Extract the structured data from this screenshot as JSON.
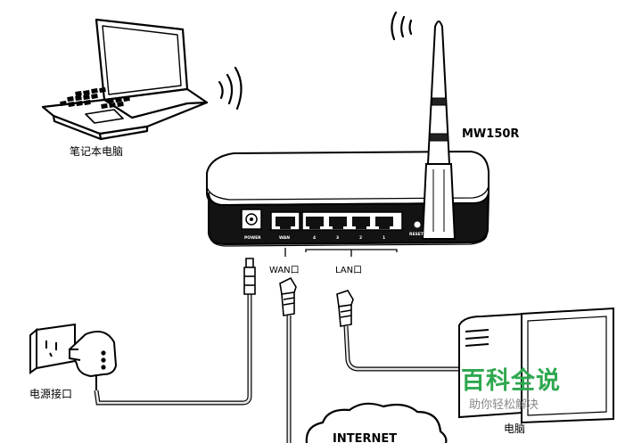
{
  "labels": {
    "laptop": "笔记本电脑",
    "model": "MW150R",
    "power_outlet": "电源接口",
    "pc": "电脑",
    "wan_port": "WAN口",
    "lan_ports": "LAN口",
    "internet": "INTERNET"
  },
  "port_labels": {
    "power": "POWER",
    "wan": "WAN",
    "lan": [
      "4",
      "3",
      "2",
      "1"
    ],
    "reset": "RESET"
  },
  "watermark": {
    "title": "百科全说",
    "subtitle": "助你轻松解决",
    "color": "#2fa84f"
  }
}
